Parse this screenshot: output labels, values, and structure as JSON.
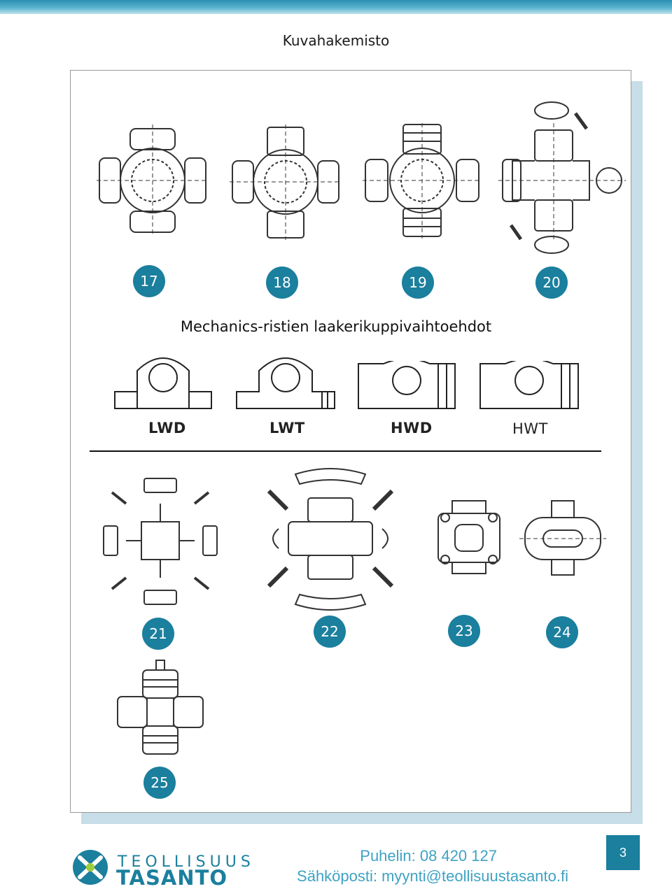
{
  "header": {
    "title": "Kuvahakemisto"
  },
  "badges": {
    "b17": "17",
    "b18": "18",
    "b19": "19",
    "b20": "20",
    "b21": "21",
    "b22": "22",
    "b23": "23",
    "b24": "24",
    "b25": "25"
  },
  "bearing_section": {
    "heading": "Mechanics-ristien laakerikuppivaihtoehdot",
    "labels": [
      "LWD",
      "LWT",
      "HWD",
      "HWT"
    ]
  },
  "footer": {
    "company_line1": "TEOLLISUUS",
    "company_line2": "TASANTO",
    "phone": "Puhelin:  08 420 127",
    "email": "Sähköposti:  myynti@teollisuustasanto.fi",
    "page_number": "3"
  },
  "colors": {
    "accent": "#1b7f9e",
    "light_accent": "#3fa2c3",
    "frame_shadow": "#c7dde8"
  }
}
